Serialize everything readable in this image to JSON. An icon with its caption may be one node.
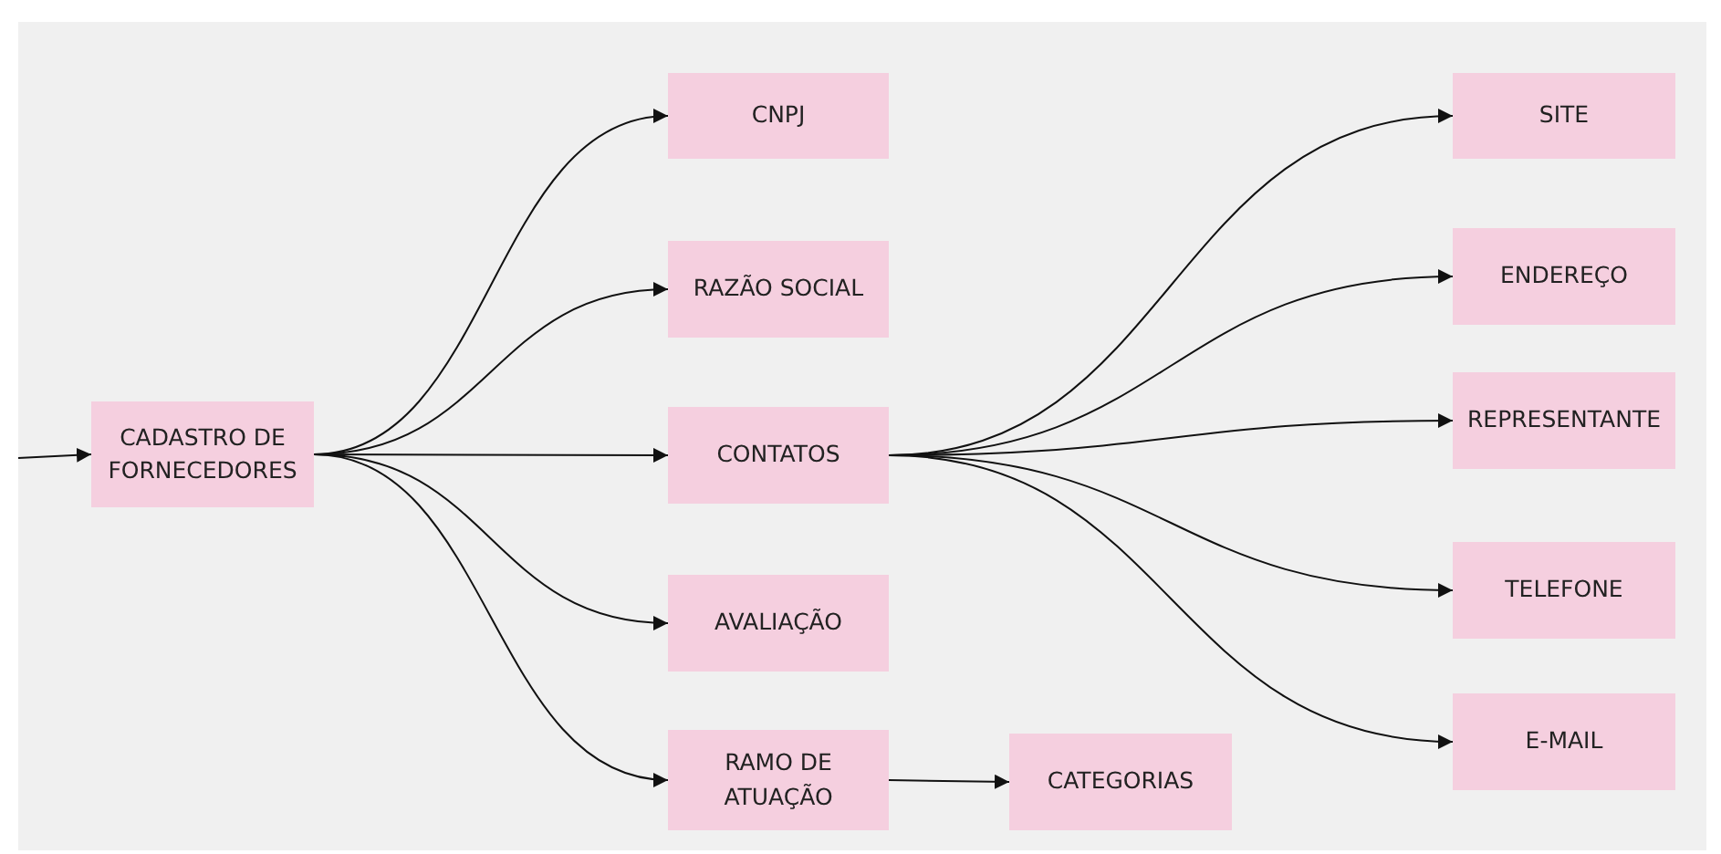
{
  "diagram": {
    "nodes": [
      {
        "text": [
          "CADASTRO DE FORNECEDORES"
        ]
      },
      {
        "text": [
          "CNPJ"
        ]
      },
      {
        "text": [
          "RAZÃO SOCIAL"
        ]
      },
      {
        "text": [
          "CONTATOS"
        ]
      },
      {
        "text": [
          "AVALIAÇÃO"
        ]
      },
      {
        "text": [
          "RAMO DE ATUAÇÃO"
        ]
      },
      {
        "text": [
          "CATEGORIAS"
        ]
      },
      {
        "text": [
          "SITE"
        ]
      },
      {
        "text": [
          "ENDEREÇO"
        ]
      },
      {
        "text": [
          "REPRESENTANTE"
        ]
      },
      {
        "text": [
          "TELEFONE"
        ]
      },
      {
        "text": [
          "E-MAIL"
        ]
      }
    ],
    "edges": [
      {
        "from": null,
        "to": 0,
        "arrow": "to"
      },
      {
        "from": 0,
        "to": 1,
        "arrow": "to"
      },
      {
        "from": 0,
        "to": 2,
        "arrow": "to"
      },
      {
        "from": 0,
        "to": 3,
        "arrow": "to"
      },
      {
        "from": 0,
        "to": 4,
        "arrow": "to"
      },
      {
        "from": 0,
        "to": 5,
        "arrow": "to"
      },
      {
        "from": 5,
        "to": 6,
        "arrow": "to"
      },
      {
        "from": 3,
        "to": 7,
        "arrow": "to"
      },
      {
        "from": 3,
        "to": 8,
        "arrow": "to"
      },
      {
        "from": 3,
        "to": 9,
        "arrow": "to"
      },
      {
        "from": 3,
        "to": 10,
        "arrow": "to"
      },
      {
        "from": 3,
        "to": 11,
        "arrow": "to"
      }
    ]
  }
}
